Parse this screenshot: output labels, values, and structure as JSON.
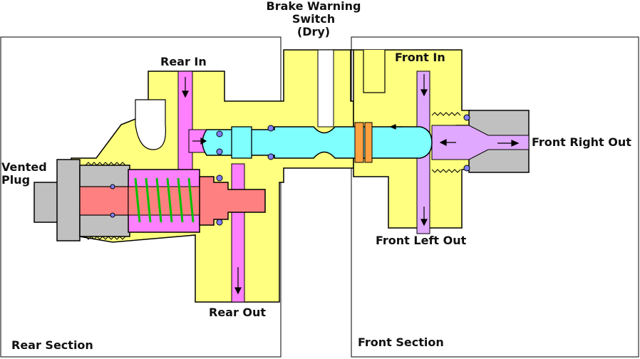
{
  "labels": {
    "switch_line1": "Brake Warning",
    "switch_line2": "Switch",
    "switch_line3": "(Dry)",
    "rear_in": "Rear In",
    "front_in": "Front In",
    "front_right_out": "Front Right Out",
    "vented_line1": "Vented",
    "vented_line2": "Plug",
    "front_left_out": "Front Left Out",
    "rear_out": "Rear Out",
    "rear_section": "Rear Section",
    "front_section": "Front Section"
  },
  "colors": {
    "housing": "#ffff80",
    "passage": "#ff80ff",
    "front_passage": "#e0a8ff",
    "piston": "#80ffff",
    "rear_piston": "#ff8080",
    "spring": "#00c000",
    "fitting": "#c0c0c0",
    "seal": "#8080ff",
    "ring": "#ffa040",
    "outline": "#000000"
  }
}
